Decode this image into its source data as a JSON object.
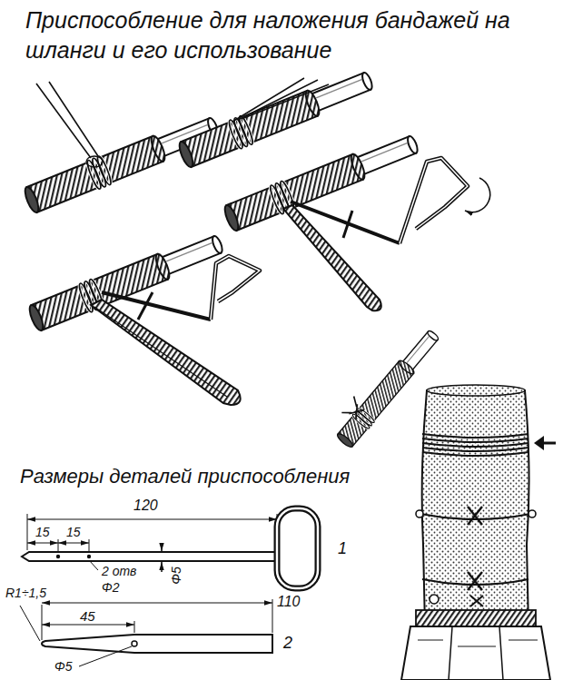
{
  "diagram": {
    "title": "Приспособление для наложения бандажей на шланги и его использование",
    "labels": [
      "Размеры деталей приспособления",
      "120",
      "15",
      "15",
      "Φ5",
      "2 отв",
      "Φ2",
      "1",
      "110",
      "R1÷1,5",
      "45",
      "2",
      "Φ5"
    ]
  }
}
